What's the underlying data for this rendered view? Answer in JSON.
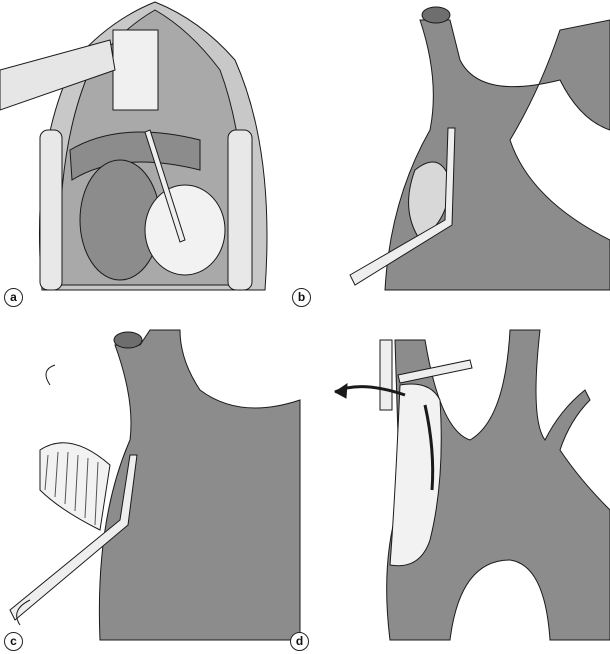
{
  "panels": [
    {
      "label": "a"
    },
    {
      "label": "b"
    },
    {
      "label": "c"
    },
    {
      "label": "d"
    }
  ],
  "colors": {
    "vessel": "#8c8c8c",
    "vessel_dark": "#6e6e6e",
    "tissue": "#c8c8c8",
    "outline": "#1a1a1a",
    "graft": "#f2f2f2"
  }
}
